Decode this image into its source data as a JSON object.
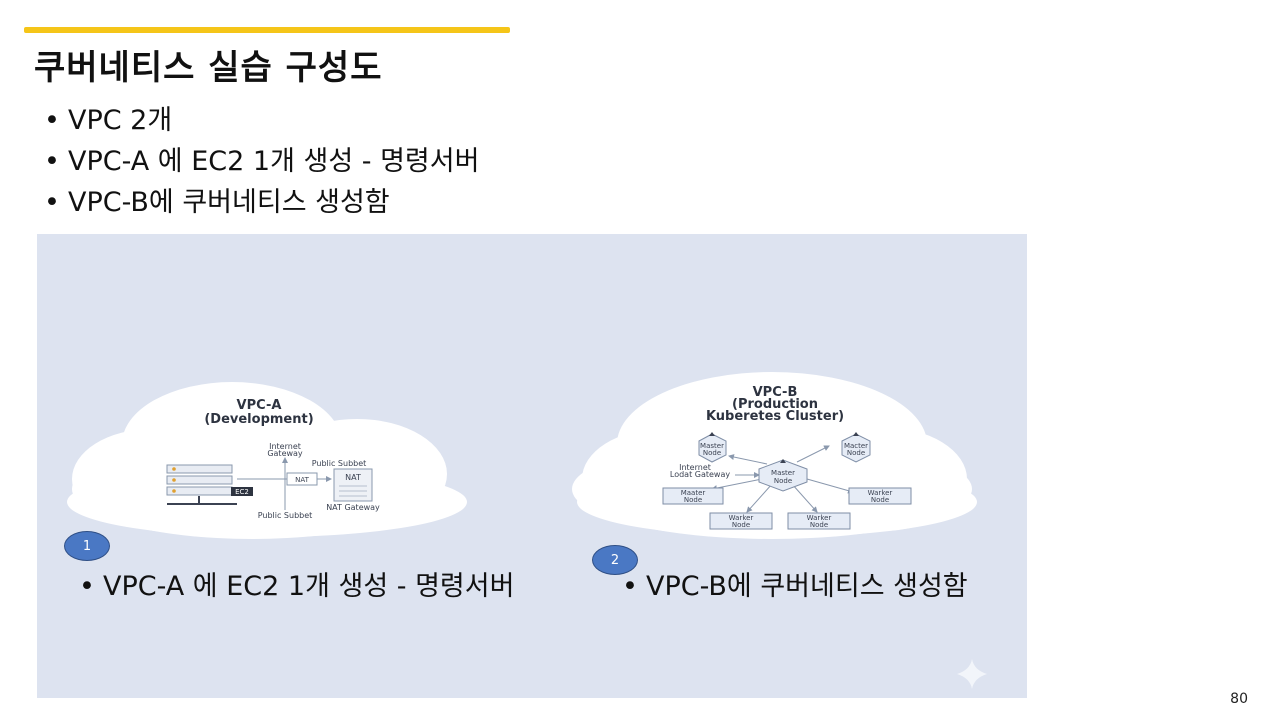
{
  "slide": {
    "title": "쿠버네티스 실습 구성도",
    "bullet_marker": "•",
    "bullets": [
      "VPC 2개",
      "VPC-A 에 EC2 1개 생성 - 명령서버",
      "VPC-B에 쿠버네티스 생성함"
    ],
    "page_number": "80",
    "accent_color": "#f5c518"
  },
  "diagram": {
    "vpc_a": {
      "title": "VPC-A",
      "subtitle": "(Development)",
      "internet_gateway_line1": "Internet",
      "internet_gateway_line2": "Gateway",
      "public_subnet_top": "Public Subbet",
      "public_subnet_bottom": "Public Subbet",
      "ec2_label": "EC2",
      "nat_label": "NAT",
      "nat_box_label": "NAT",
      "nat_gateway_label": "NAT Gateway"
    },
    "vpc_b": {
      "title": "VPC-B",
      "subtitle_line1": "(Production",
      "subtitle_line2": "Kuberetes Cluster)",
      "internet_gateway_line1": "Internet",
      "internet_gateway_line2": "Lodat Gateway",
      "nodes": [
        {
          "line1": "Master",
          "line2": "Node"
        },
        {
          "line1": "Macter",
          "line2": "Node"
        },
        {
          "line1": "Master",
          "line2": "Node"
        },
        {
          "line1": "Maater",
          "line2": "Node"
        },
        {
          "line1": "Warker",
          "line2": "Node"
        },
        {
          "line1": "Warker",
          "line2": "Node"
        },
        {
          "line1": "Warker",
          "line2": "Node"
        }
      ]
    },
    "badges": [
      "1",
      "2"
    ],
    "captions": [
      "VPC-A 에 EC2 1개 생성 - 명령서버",
      "VPC-B에 쿠버네티스 생성함"
    ]
  }
}
